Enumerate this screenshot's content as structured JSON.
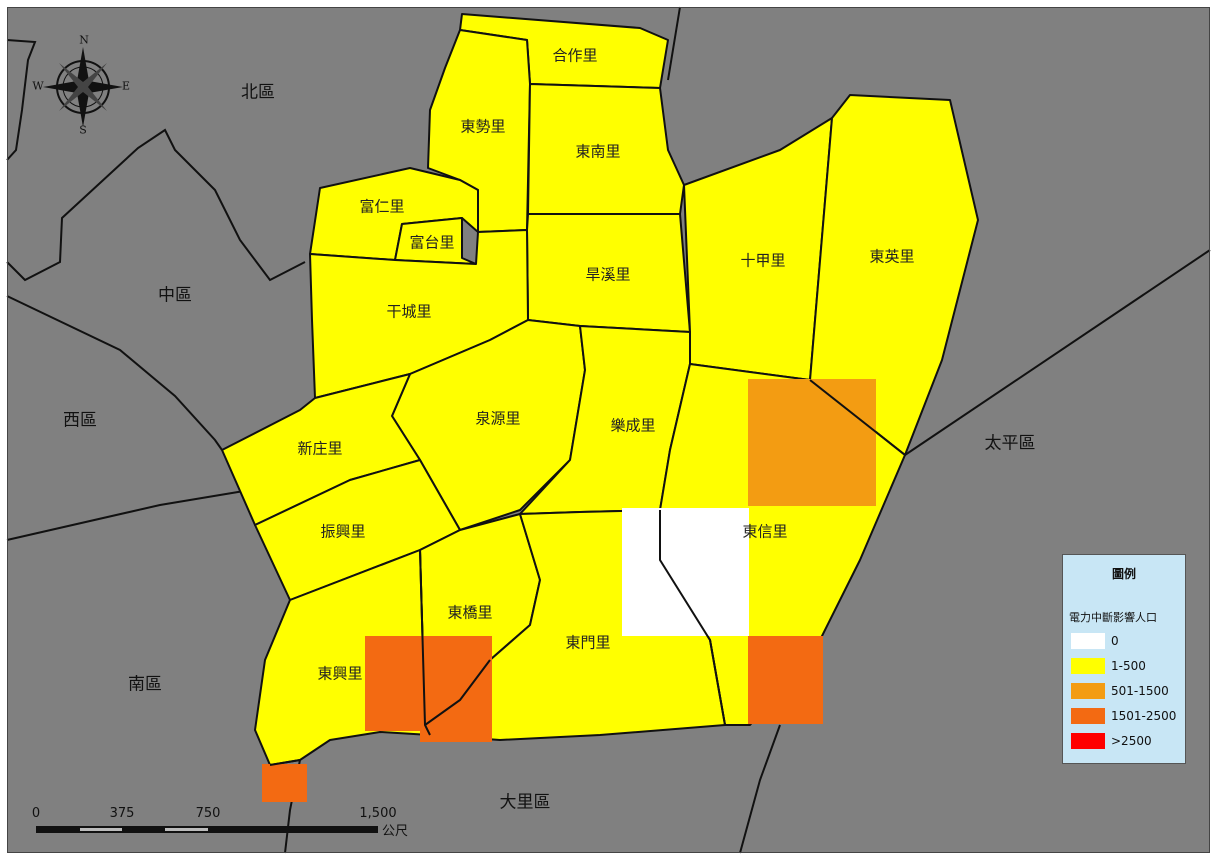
{
  "colors": {
    "background": "#808080",
    "zero": "#ffffff",
    "low": "#ffff00",
    "mid": "#f39c12",
    "high": "#f36a12",
    "extreme": "#ff0000",
    "legend_bg": "#c8e6f5"
  },
  "districts": {
    "north": "北區",
    "central": "中區",
    "west": "西區",
    "south": "南區",
    "taiping": "太平區",
    "dali": "大里區"
  },
  "villages": [
    {
      "id": "hezuo",
      "name": "合作里"
    },
    {
      "id": "dongshi",
      "name": "東勢里"
    },
    {
      "id": "dongnan",
      "name": "東南里"
    },
    {
      "id": "furen",
      "name": "富仁里"
    },
    {
      "id": "futai",
      "name": "富台里"
    },
    {
      "id": "hanxi",
      "name": "旱溪里"
    },
    {
      "id": "shijia",
      "name": "十甲里"
    },
    {
      "id": "dongying",
      "name": "東英里"
    },
    {
      "id": "gancheng",
      "name": "干城里"
    },
    {
      "id": "quanyuan",
      "name": "泉源里"
    },
    {
      "id": "lecheng",
      "name": "樂成里"
    },
    {
      "id": "xinzhuang",
      "name": "新庄里"
    },
    {
      "id": "zhenxing",
      "name": "振興里"
    },
    {
      "id": "dongxin",
      "name": "東信里"
    },
    {
      "id": "dongqiao",
      "name": "東橋里"
    },
    {
      "id": "dongmen",
      "name": "東門里"
    },
    {
      "id": "dongxing",
      "name": "東興里"
    }
  ],
  "legend": {
    "title": "圖例",
    "subtitle": "電力中斷影響人口",
    "items": [
      {
        "label": "0",
        "color": "#ffffff"
      },
      {
        "label": "1-500",
        "color": "#ffff00"
      },
      {
        "label": "501-1500",
        "color": "#f39c12"
      },
      {
        "label": "1501-2500",
        "color": "#f36a12"
      },
      {
        "label": ">2500",
        "color": "#ff0000"
      }
    ]
  },
  "scale": {
    "ticks": [
      "0",
      "375",
      "750",
      "1,500"
    ],
    "unit": "公尺"
  },
  "compass": {
    "n": "N",
    "e": "E",
    "s": "S",
    "w": "W"
  },
  "impact_cells": [
    {
      "category": "501-1500",
      "color": "#f39c12"
    },
    {
      "category": "1501-2500",
      "color": "#f36a12"
    },
    {
      "category": "0",
      "color": "#ffffff"
    }
  ]
}
